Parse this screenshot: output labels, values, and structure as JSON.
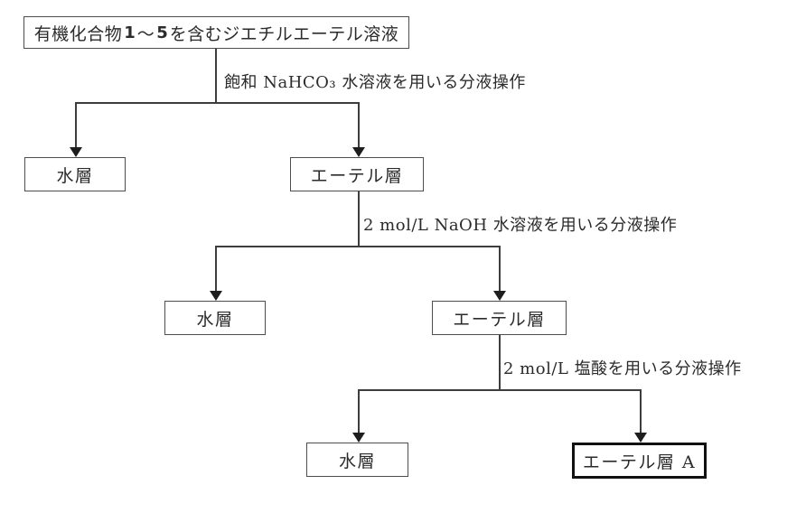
{
  "figure": {
    "root_box": {
      "prefix": "有機化合物",
      "num_start": "1",
      "tilde": "～",
      "num_end": "5",
      "suffix": " を含むジエチルエーテル溶液"
    },
    "steps": [
      {
        "label": "飽和 NaHCO₃ 水溶液を用いる分液操作"
      },
      {
        "label": "2 mol/L NaOH 水溶液を用いる分液操作"
      },
      {
        "label": "2 mol/L 塩酸を用いる分液操作"
      }
    ],
    "boxes": {
      "aqueous1": "水層",
      "ether1": "エーテル層",
      "aqueous2": "水層",
      "ether2": "エーテル層",
      "aqueous3": "水層",
      "result": "エーテル層 A"
    },
    "colors": {
      "line": "#3d3d3d",
      "box_border": "#4d4d4d",
      "result_border": "#111111",
      "text": "#2b2b2b"
    }
  }
}
